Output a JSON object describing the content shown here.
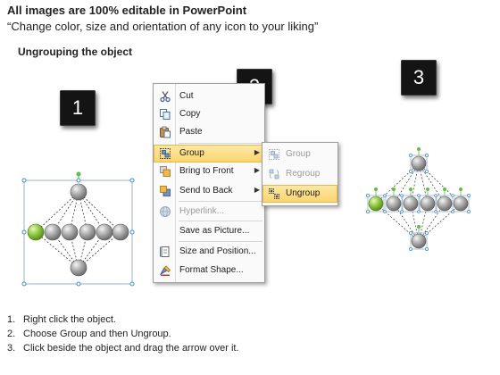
{
  "header": {
    "title": "All images are 100% editable in PowerPoint",
    "subtitle": "“Change color, size and orientation of any icon to your liking”",
    "section": "Ungrouping the object"
  },
  "steps": [
    "1",
    "2",
    "3"
  ],
  "context_menu": {
    "items": [
      {
        "label": "Cut",
        "icon": "scissors-icon",
        "disabled": false
      },
      {
        "label": "Copy",
        "icon": "copy-icon",
        "disabled": false
      },
      {
        "label": "Paste",
        "icon": "paste-icon",
        "disabled": false
      },
      {
        "label": "Group",
        "icon": "group-icon",
        "disabled": false,
        "highlighted": true,
        "submenu": true
      },
      {
        "label": "Bring to Front",
        "icon": "bring-to-front-icon",
        "disabled": false,
        "submenu": true
      },
      {
        "label": "Send to Back",
        "icon": "send-to-back-icon",
        "disabled": false,
        "submenu": true
      },
      {
        "label": "Hyperlink...",
        "icon": "hyperlink-icon",
        "disabled": true
      },
      {
        "label": "Save as Picture...",
        "icon": "",
        "disabled": false
      },
      {
        "label": "Size and Position...",
        "icon": "size-position-icon",
        "disabled": false
      },
      {
        "label": "Format Shape...",
        "icon": "format-shape-icon",
        "disabled": false
      }
    ]
  },
  "group_submenu": {
    "items": [
      {
        "label": "Group",
        "icon": "group-icon",
        "disabled": true
      },
      {
        "label": "Regroup",
        "icon": "regroup-icon",
        "disabled": true
      },
      {
        "label": "Ungroup",
        "icon": "ungroup-icon",
        "disabled": false,
        "highlighted": true
      }
    ]
  },
  "instructions": [
    {
      "num": "1.",
      "text": "Right click the object."
    },
    {
      "num": "2.",
      "text": "Choose Group and then Ungroup."
    },
    {
      "num": "3.",
      "text": "Click beside the object and drag the arrow over it."
    }
  ],
  "colors": {
    "accent_green": "#8dc63f",
    "ball_gray": "#9a9a9a",
    "menu_highlight": "#fbd46b",
    "selection_handle": "#3b8fd9",
    "rotation_handle": "#5fbf3f"
  }
}
